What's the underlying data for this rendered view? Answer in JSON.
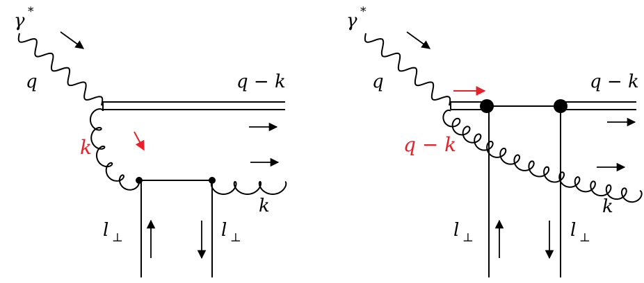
{
  "colors": {
    "line": "#000000",
    "highlight": "#e8202a"
  },
  "left": {
    "photon": {
      "symbol": "γ",
      "sup": "*",
      "momentum": "q"
    },
    "quark_line": "q − k",
    "gluon_exchanged": "k",
    "gluon_out": "k",
    "transverse": {
      "left": {
        "symbol": "l",
        "sub": "⊥"
      },
      "right": {
        "symbol": "l",
        "sub": "⊥"
      }
    }
  },
  "right": {
    "photon": {
      "symbol": "γ",
      "sup": "*",
      "momentum": "q"
    },
    "quark_line": "q − k",
    "highlight_momentum": "q − k",
    "gluon_out": "k",
    "transverse": {
      "left": {
        "symbol": "l",
        "sub": "⊥"
      },
      "right": {
        "symbol": "l",
        "sub": "⊥"
      }
    }
  }
}
